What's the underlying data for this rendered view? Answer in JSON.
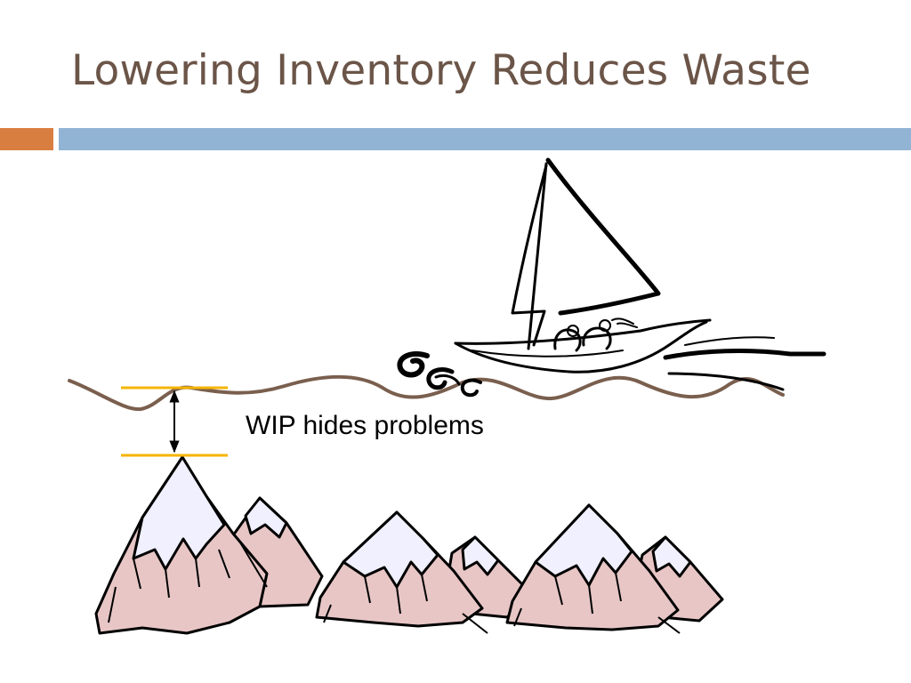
{
  "slide": {
    "title": "Lowering Inventory Reduces Waste",
    "caption": "WIP hides problems"
  },
  "colors": {
    "title": "#6b5548",
    "accent_orange": "#d97e41",
    "accent_blue": "#92b4d4",
    "water_line": "#7a5f4e",
    "level_marker": "#f5b400",
    "mountain_rock": "#e8c6c6",
    "mountain_snow": "#f0f0ff"
  },
  "illustration": {
    "boat": "sailboat-clipart",
    "rocks": "mountain-clipart",
    "marker": "double-arrow"
  }
}
